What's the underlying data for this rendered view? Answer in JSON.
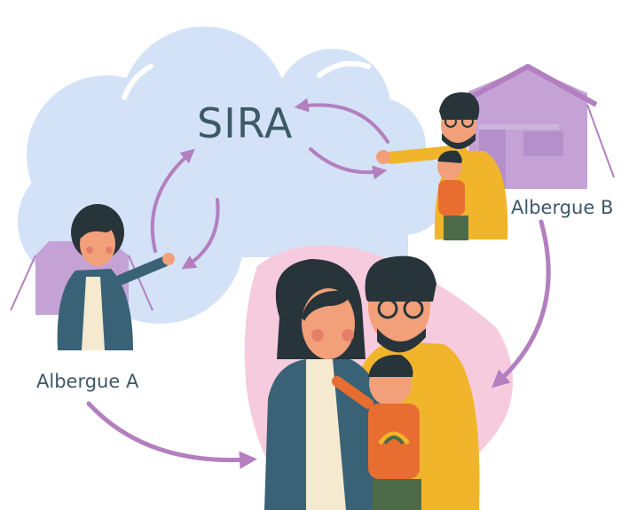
{
  "diagram": {
    "title": "SIRA",
    "nodes": {
      "shelter_a": {
        "label": "Albergue A"
      },
      "shelter_b": {
        "label": "Albergue B"
      }
    },
    "colors": {
      "cloud": "#d3e2f7",
      "tent": "#c4a2d6",
      "arrow": "#b37fbf",
      "pink_blob": "#f7cbde",
      "text": "#3d5866",
      "jacket": "#3a6277",
      "sweater": "#f1b52c",
      "child_shirt": "#e76e30",
      "hair": "#27343a",
      "skin": "#f2a07a"
    },
    "icons": [
      "cloud-icon",
      "tent-icon",
      "woman-icon",
      "man-icon",
      "child-icon",
      "family-icon",
      "arrow-icon"
    ]
  }
}
